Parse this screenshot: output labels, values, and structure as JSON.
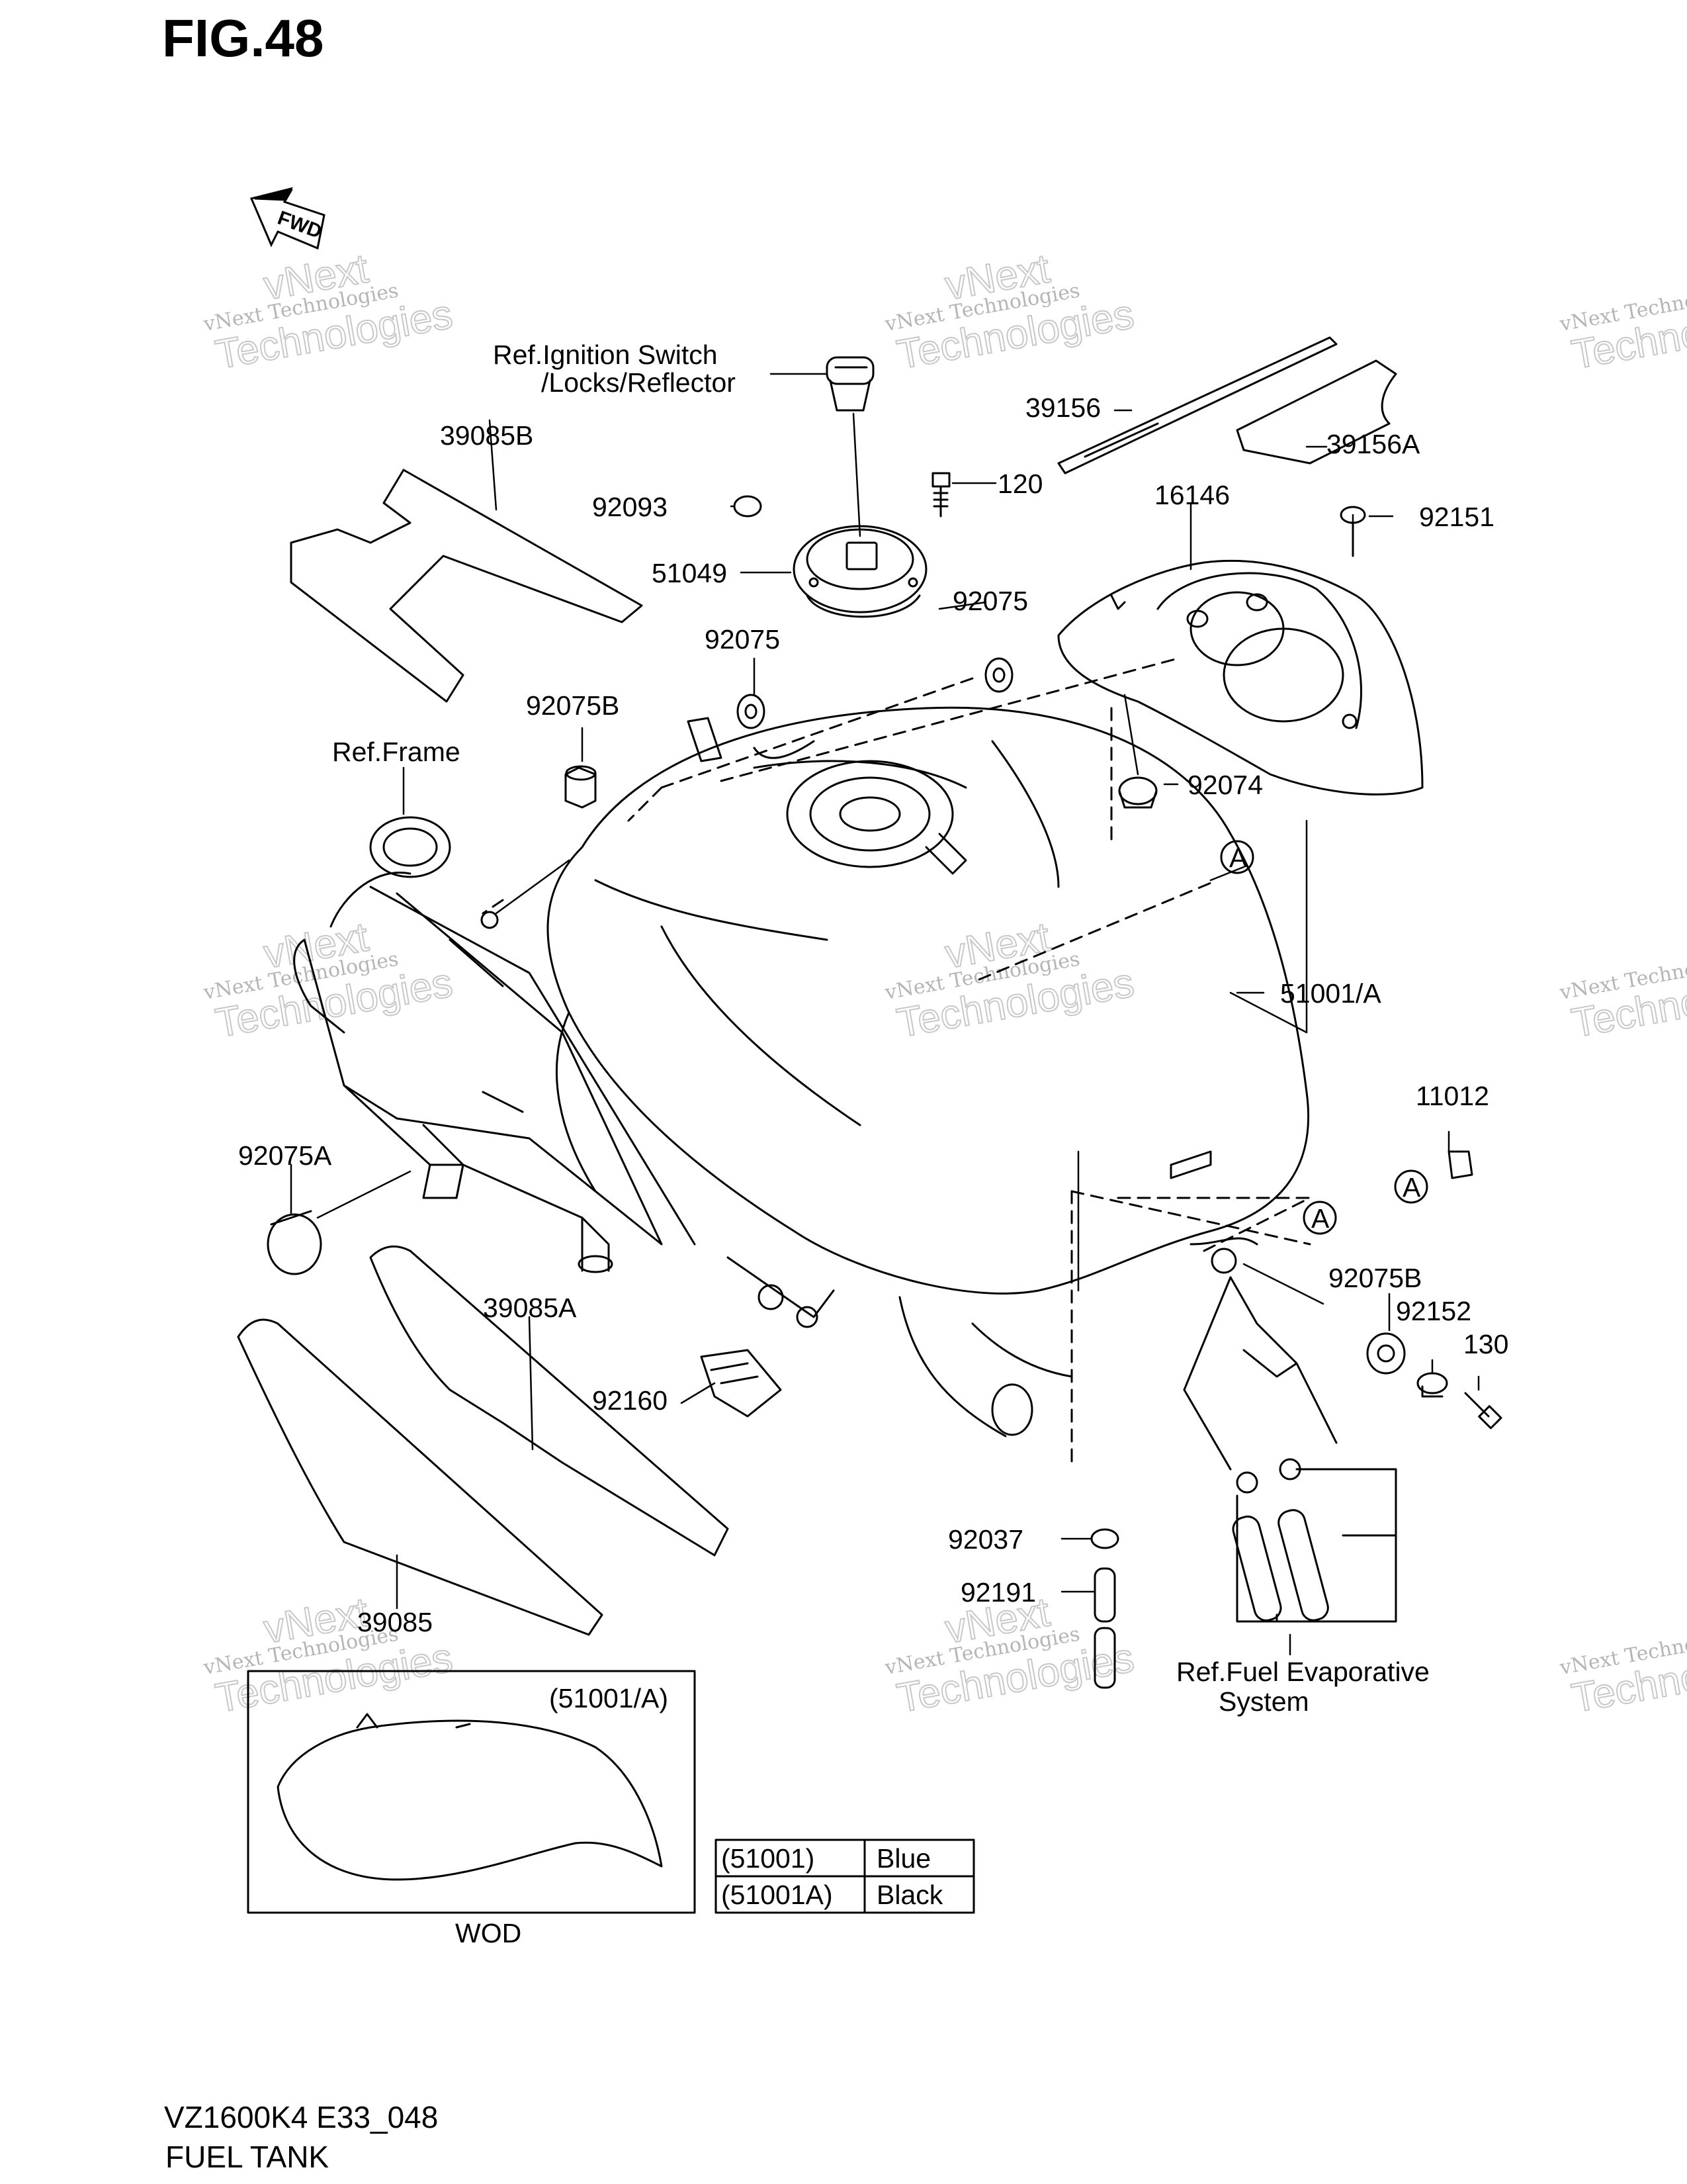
{
  "figure": {
    "title": "FIG.48",
    "fwd_label": "FWD",
    "model_code": "VZ1600K4 E33_048",
    "part_group": "FUEL TANK"
  },
  "watermark": {
    "line1": "vNext Technologies",
    "line2": "vNext",
    "line3": "Technologies"
  },
  "callouts": {
    "ref_ignition_line1": "Ref.Ignition Switch",
    "ref_ignition_line2": "/Locks/Reflector",
    "p39156": "39156",
    "p39156A": "39156A",
    "p39085B": "39085B",
    "p92093": "92093",
    "p120": "120",
    "p16146": "16146",
    "p92151": "92151",
    "p51049": "51049",
    "p92075_right": "92075",
    "p92075_left": "92075",
    "p92075B_top": "92075B",
    "ref_frame": "Ref.Frame",
    "p92074": "92074",
    "circleA_top": "A",
    "p51001A": "51001/A",
    "p11012": "11012",
    "circleA_right": "A",
    "circleA_mid": "A",
    "p92075A": "92075A",
    "p92075B_bottom": "92075B",
    "p92152": "92152",
    "p130": "130",
    "p39085A": "39085A",
    "p92160": "92160",
    "p92037": "92037",
    "p92191": "92191",
    "p39085": "39085",
    "ref_fuel_evap_line1": "Ref.Fuel Evaporative",
    "ref_fuel_evap_line2": "System"
  },
  "inset": {
    "label": "(51001/A)",
    "caption": "WOD"
  },
  "color_table": {
    "rows": [
      {
        "code": "(51001)",
        "color": "Blue"
      },
      {
        "code": "(51001A)",
        "color": "Black"
      }
    ]
  }
}
